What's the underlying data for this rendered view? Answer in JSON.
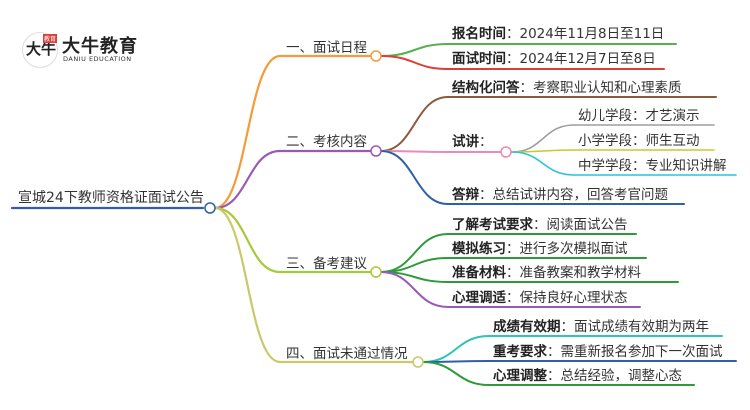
{
  "logo": {
    "name_cn": "大牛教育",
    "name_en": "DANIU EDUCATION",
    "mark_main": "大牛",
    "mark_small": "教育"
  },
  "root": {
    "label": "宣城24下教师资格证面试公告"
  },
  "branches": [
    {
      "label": "一、面试日程",
      "color": "#f39c3a",
      "children": [
        {
          "bold": "报名时间",
          "sep": "：",
          "text": "2024年11月8日至11日",
          "color": "#56b04f"
        },
        {
          "bold": "面试时间",
          "sep": "：",
          "text": "2024年12月7日至8日",
          "color": "#d9403a"
        }
      ]
    },
    {
      "label": "二、考核内容",
      "color": "#9b59b6",
      "children": [
        {
          "bold": "结构化问答",
          "sep": "：",
          "text": "考察职业认知和心理素质",
          "color": "#8b5a3c"
        },
        {
          "bold": "试讲",
          "sep": "：",
          "text": "",
          "color": "#e98bb2",
          "children": [
            {
              "text": "幼儿学段：才艺演示",
              "color": "#9e9e9e"
            },
            {
              "text": "小学学段：师生互动",
              "color": "#c8c832"
            },
            {
              "text": "中学学段：专业知识讲解",
              "color": "#2ec4d8"
            }
          ]
        },
        {
          "bold": "答辩",
          "sep": "：",
          "text": "总结试讲内容，回答考官问题",
          "color": "#2f5fa8"
        }
      ]
    },
    {
      "label": "三、备考建议",
      "color": "#a7c93a",
      "children": [
        {
          "bold": "了解考试要求",
          "sep": "：",
          "text": "阅读面试公告",
          "color": "#2f9a3a"
        },
        {
          "bold": "模拟练习",
          "sep": "：",
          "text": "进行多次模拟面试",
          "color": "#2f9a3a"
        },
        {
          "bold": "准备材料",
          "sep": "：",
          "text": "准备教案和教学材料",
          "color": "#2f9a3a"
        },
        {
          "bold": "心理调适",
          "sep": "：",
          "text": "保持良好心理状态",
          "color": "#9b59b6"
        }
      ]
    },
    {
      "label": "四、面试未通过情况",
      "color": "#c9c96a",
      "children": [
        {
          "bold": "成绩有效期",
          "sep": "：",
          "text": "面试成绩有效期为两年",
          "color": "#2ec4b6"
        },
        {
          "bold": "重考要求",
          "sep": "：",
          "text": "需重新报名参加下一次面试",
          "color": "#2f5fa8"
        },
        {
          "bold": "心理调整",
          "sep": "：",
          "text": "总结经验，调整心态",
          "color": "#2f9a3a"
        }
      ]
    }
  ]
}
